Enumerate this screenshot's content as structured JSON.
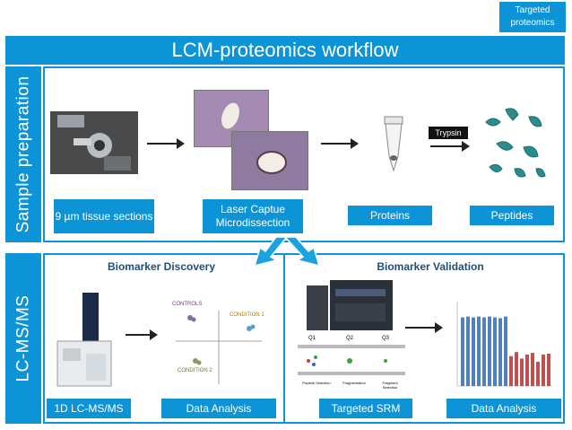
{
  "tag_label": "Targeted proteomics",
  "title": "LCM-proteomics workflow",
  "sections": {
    "sample_prep_label": "Sample preparation",
    "lcms_label": "LC-MS/MS"
  },
  "sample_prep_steps": {
    "tissue_sections": "9 µm tissue sections",
    "lcm": "Laser Captue Microdissection",
    "proteins": "Proteins",
    "peptides": "Peptides",
    "trypsin_label": "Trypsin"
  },
  "discovery": {
    "heading": "Biomarker Discovery",
    "step1": "1D LC-MS/MS",
    "step2": "Data Analysis",
    "plot_controls": "CONTROLS",
    "plot_condition1": "CONDITION 1",
    "plot_condition2": "CONDITION 2"
  },
  "validation": {
    "heading": "Biomarker Validation",
    "step1": "Targeted SRM",
    "step2": "Data Analysis",
    "q_labels": [
      "Q1",
      "Q2",
      "Q3"
    ],
    "q_sublabels": [
      "Peptide Selection",
      "Fragmentation",
      "Fragment Selection"
    ],
    "bar_values": [
      0.85,
      0.86,
      0.85,
      0.86,
      0.85,
      0.86,
      0.85,
      0.84,
      0.86,
      0.37,
      0.42,
      0.34,
      0.39,
      0.41,
      0.3,
      0.39,
      0.4
    ],
    "bar_colors": {
      "blue": "#4f81bd",
      "red": "#c0504d"
    }
  },
  "colors": {
    "accent": "#0d94d6",
    "heading": "#1f4e79"
  }
}
